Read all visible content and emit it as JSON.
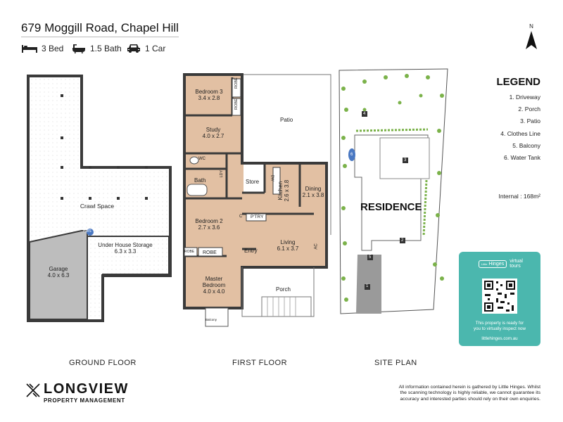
{
  "header": {
    "title": "679 Moggill Road, Chapel Hill",
    "features": [
      {
        "icon": "bed-icon",
        "label": "3 Bed"
      },
      {
        "icon": "bath-icon",
        "label": "1.5 Bath"
      },
      {
        "icon": "car-icon",
        "label": "1 Car"
      }
    ]
  },
  "compass": {
    "label": "N"
  },
  "ground_floor": {
    "crawl_space": "Crawl Space",
    "storage_name": "Under House Storage",
    "storage_dims": "6.3 x 3.3",
    "garage_name": "Garage",
    "garage_dims": "4.0 x 6.3",
    "hws": "HWS"
  },
  "first_floor": {
    "bedroom3_name": "Bedroom 3",
    "bedroom3_dims": "3.4 x 2.8",
    "robe_small": "ROBE",
    "study_name": "Study",
    "study_dims": "4.0 x 2.7",
    "wc": "WC",
    "bath": "Bath",
    "ldy": "LDY",
    "store": "Store",
    "dw": "DW",
    "kitchen_name": "Kitchen",
    "kitchen_dims": "2.6 x 3.8",
    "dining_name": "Dining",
    "dining_dims": "2.1 x 3.8",
    "bedroom2_name": "Bedroom 2",
    "bedroom2_dims": "2.7 x 3.6",
    "pantry": "P'TRY",
    "c": "C",
    "robe_label": "ROBE",
    "robes": "ROBE",
    "living_name": "Living",
    "living_dims": "6.1 x 3.7",
    "ac": "AC",
    "entry": "Entry",
    "master_name": "Master",
    "master_name2": "Bedroom",
    "master_dims": "4.0 x 4.0",
    "balcony": "Balcony",
    "patio": "Patio",
    "porch": "Porch"
  },
  "site_plan": {
    "residence": "RESIDENCE",
    "markers": [
      "1",
      "2",
      "3",
      "4",
      "5",
      "6"
    ]
  },
  "legend": {
    "title": "LEGEND",
    "items": [
      "1. Driveway",
      "2. Porch",
      "3. Patio",
      "4. Clothes Line",
      "5. Balcony",
      "6. Water Tank"
    ]
  },
  "internal": "Internal  : 168m²",
  "sections": {
    "ground": "GROUND FLOOR",
    "first": "FIRST FLOOR",
    "site": "SITE PLAN"
  },
  "card": {
    "brand": "Hinges",
    "brand_prefix": "Little",
    "virtual": "virtual",
    "tours": "tours",
    "line1": "This property is ready for",
    "line2": "you to virtually inspect now",
    "url": "littlehinges.com.au"
  },
  "logo": {
    "name": "LONGVIEW",
    "sub": "PROPERTY MANAGEMENT"
  },
  "disclaimer": "All information contained herein is gathered by Little Hinges. Whilst the scanning technology is highly reliable, we cannot guarantee its accuracy and interested parties should rely on their own enquiries.",
  "colors": {
    "floor": "#e2c0a3",
    "wall": "#3a3a3a",
    "garage": "#bdbdbd",
    "card": "#4bb7ae",
    "green": "#7bb24a"
  }
}
